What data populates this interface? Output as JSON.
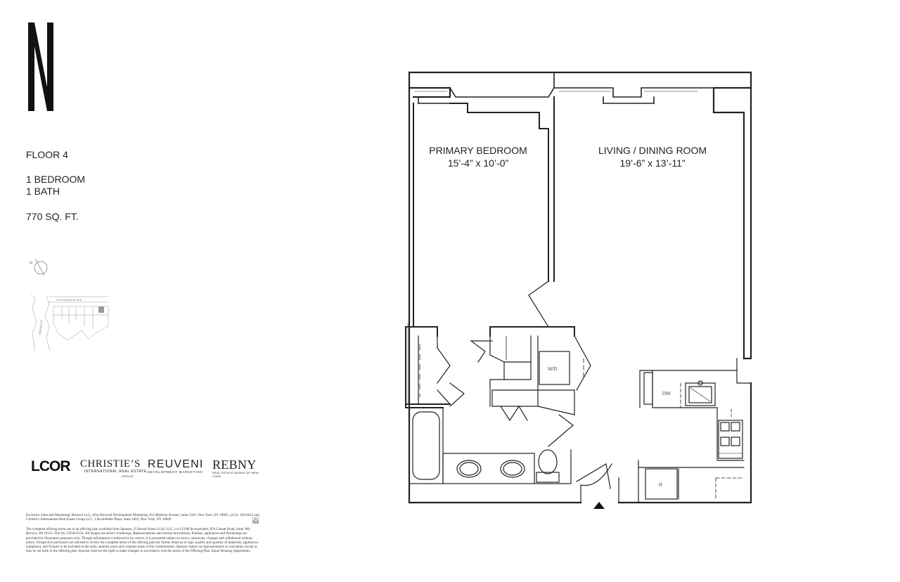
{
  "header": {
    "brand_letter": "N"
  },
  "unit_info": {
    "floor": "FLOOR 4",
    "bedrooms": "1 BEDROOM",
    "baths": "1 BATH",
    "area": "770 SQ. FT."
  },
  "key_plan": {
    "compass_letter": "N",
    "street_top": "EXCHANGE PLACE",
    "street_left": "BROAD ST"
  },
  "rooms": {
    "bedroom": {
      "name": "PRIMARY BEDROOM",
      "dimensions": "15’-4” x 10’-0”"
    },
    "living": {
      "name": "LIVING / DINING ROOM",
      "dimensions": "19’-6” x 13’-11”"
    }
  },
  "fixtures": {
    "washer_dryer": "W/D",
    "dishwasher": "DW",
    "refrigerator": "R"
  },
  "logos": {
    "lcor": "LCOR",
    "christies": "CHRISTIE’S",
    "christies_sub": "INTERNATIONAL REAL ESTATE",
    "christies_group": "GROUP",
    "reuveni": "REUVENI",
    "reuveni_sub": "DEVELOPMENT MARKETING",
    "rebny": "REBNY",
    "rebny_sub": "REAL ESTATE BOARD OF NEW YORK"
  },
  "disclaimer": {
    "sales": "Exclusive Sales and Marketing: Reuveni LLC, d/b/a Reuveni Development Marketing, 654 Madison Avenue, Suite 1501, New York, NY 10065, (212)- 362-0015 and Christie’s International Real Estate Group LLC, 1 Rockefeller Plaza, Suite 2402, New York, NY 10020",
    "legal": "The complete offering terms are in an offering plan available from Sponsor, 25 Broad Street LCAL LLC, c/o LCOR Incorporated, 850 Cassatt Road, Suite 300, Berwyn, PA 19312. File No. CD18-0154. All images are artist’s renderings. Representations and interior decorations, finishes, appliances and furnishings are provided for illustrative purposes only. Though information is believed to be correct, it is presented subject to errors, omissions, changes and withdrawal without notice. Prospective purchasers are advised to review the complete terms of the offering plan for further detail as to type, quality and quantity of materials, appliances, equipment, and fixtures to be included in the units, amenity areas and common areas of the condominium. Sponsor makes no representations or warranties except as may be set forth in the offering plan. Sponsor reserves the right to make changes in accordance with the terms of the Offering Plan. Equal Housing Opportunity."
  }
}
